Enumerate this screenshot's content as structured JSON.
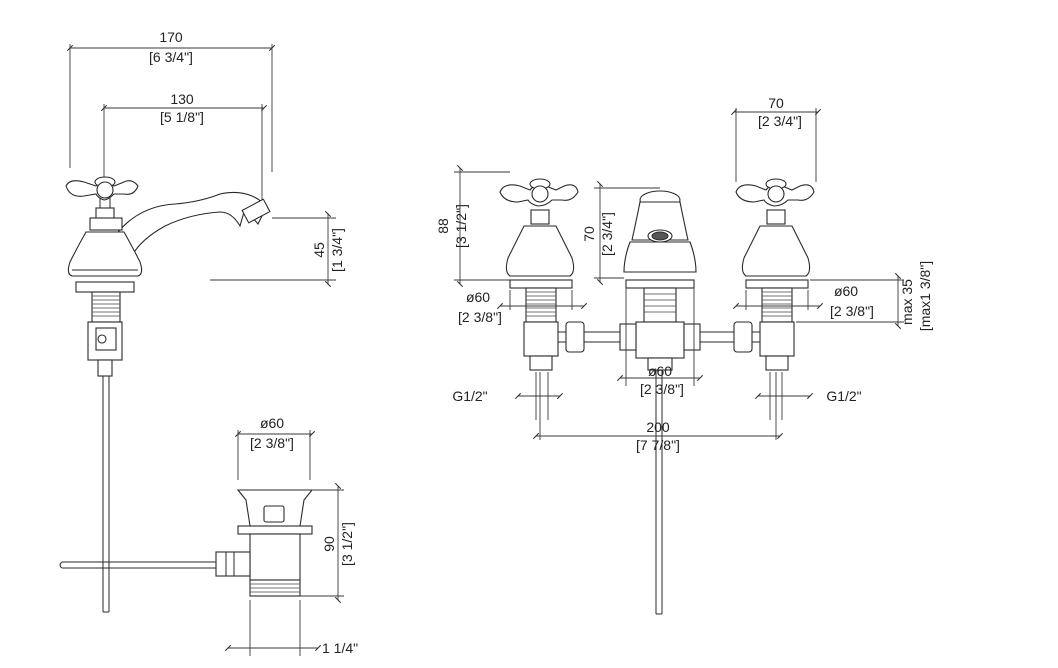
{
  "dimensions": {
    "basin_width_mm": "170",
    "basin_width_in": "[6 3/4\"]",
    "spout_reach_mm": "130",
    "spout_reach_in": "[5 1/8\"]",
    "spout_height_mm": "45",
    "spout_height_in": "[1 3/4\"]",
    "waste_dia_mm": "ø60",
    "waste_dia_in": "[2 3/8\"]",
    "waste_height_mm": "90",
    "waste_height_in": "[3 1/2\"]",
    "waste_thread": "1 1/4\"",
    "handle_height_mm": "88",
    "handle_height_in": "[3 1/2\"]",
    "handle_width_mm": "70",
    "handle_width_in": "[2 3/4\"]",
    "spout3_height_mm": "70",
    "spout3_height_in": "[2 3/4\"]",
    "flange_left_mm": "ø60",
    "flange_left_in": "[2 3/8\"]",
    "flange_right_mm": "ø60",
    "flange_right_in": "[2 3/8\"]",
    "flange_mid_mm": "ø60",
    "flange_mid_in": "[2 3/8\"]",
    "deck_max_mm": "max 35",
    "deck_max_in": "[max1 3/8\"]",
    "thread_left": "G1/2\"",
    "thread_right": "G1/2\"",
    "centres_mm": "200",
    "centres_in": "[7 7/8\"]"
  }
}
